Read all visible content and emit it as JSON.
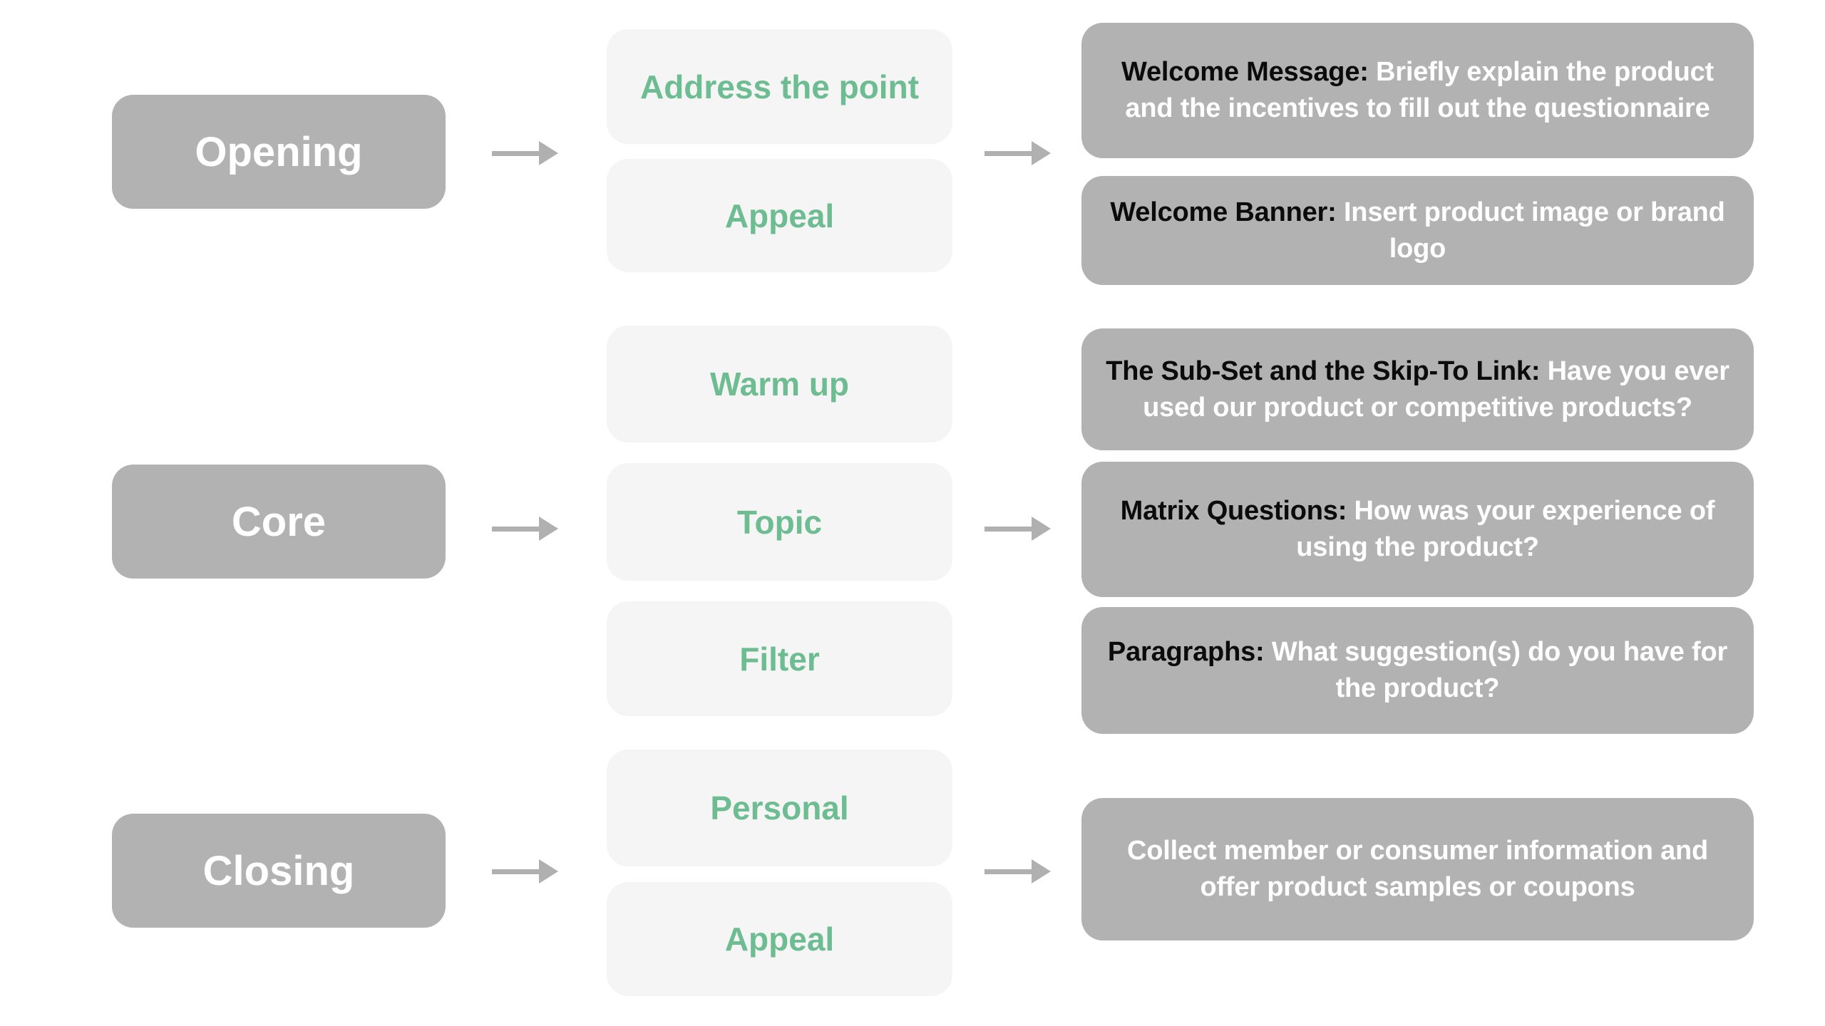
{
  "colors": {
    "stage_box": "#b2b2b2",
    "step_box": "#f5f5f5",
    "detail_box": "#b2b2b2",
    "step_text_green": "#6dbc92",
    "stage_text": "#ffffff",
    "detail_prefix_text": "#0b0b0b",
    "detail_body_text": "#ffffff",
    "arrow": "#b0b0b0",
    "background": "#ffffff"
  },
  "icons": {
    "arrow": "arrow-right-icon"
  },
  "stages": [
    {
      "label": "Opening"
    },
    {
      "label": "Core"
    },
    {
      "label": "Closing"
    }
  ],
  "steps": [
    {
      "label": "Address the point"
    },
    {
      "label": "Appeal"
    },
    {
      "label": "Warm up"
    },
    {
      "label": "Topic"
    },
    {
      "label": "Filter"
    },
    {
      "label": "Personal"
    },
    {
      "label": "Appeal"
    }
  ],
  "details": [
    {
      "prefix": "Welcome Message:",
      "body": " Briefly explain the product and the incentives to fill out the questionnaire"
    },
    {
      "prefix": "Welcome Banner:",
      "body": " Insert product image or brand logo"
    },
    {
      "prefix": "The Sub-Set and the Skip-To Link:",
      "body": " Have you ever used our product or competitive products?"
    },
    {
      "prefix": "Matrix Questions:",
      "body": " How was your experience of using the product?"
    },
    {
      "prefix": "Paragraphs:",
      "body": " What suggestion(s) do you have for the product?"
    },
    {
      "prefix": "",
      "body": "Collect member or consumer information and offer product samples or coupons"
    }
  ]
}
